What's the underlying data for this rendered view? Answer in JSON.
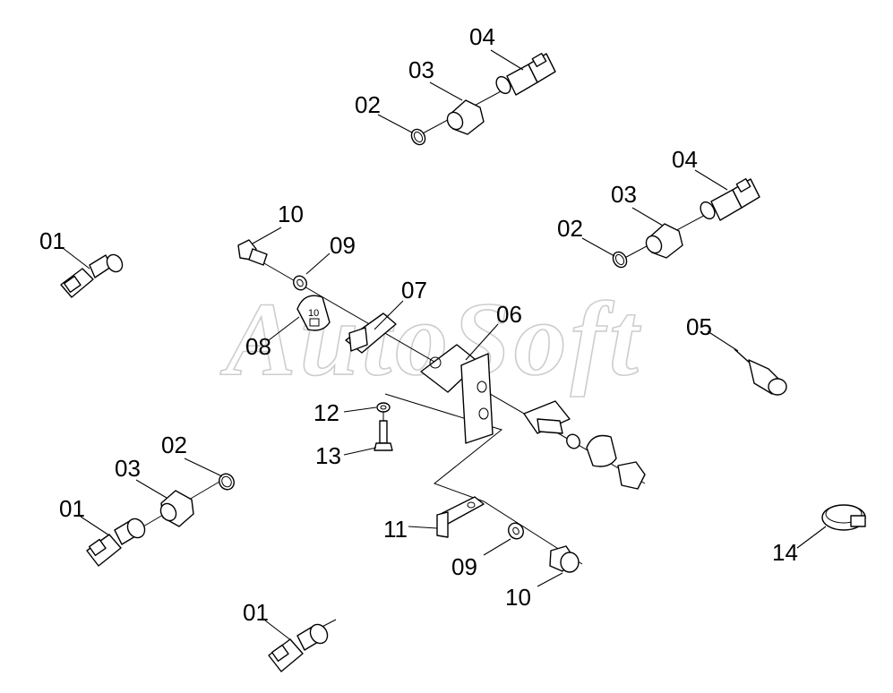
{
  "watermark": "AutoSoft",
  "callouts": {
    "c01a": "01",
    "c01b": "01",
    "c01c": "01",
    "c02a": "02",
    "c02b": "02",
    "c02c": "02",
    "c03a": "03",
    "c03b": "03",
    "c03c": "03",
    "c04a": "04",
    "c04b": "04",
    "c05": "05",
    "c06": "06",
    "c07": "07",
    "c08": "08",
    "c09a": "09",
    "c09b": "09",
    "c10a": "10",
    "c10b": "10",
    "c11": "11",
    "c12": "12",
    "c13": "13",
    "c14": "14"
  },
  "label_tag": "10"
}
